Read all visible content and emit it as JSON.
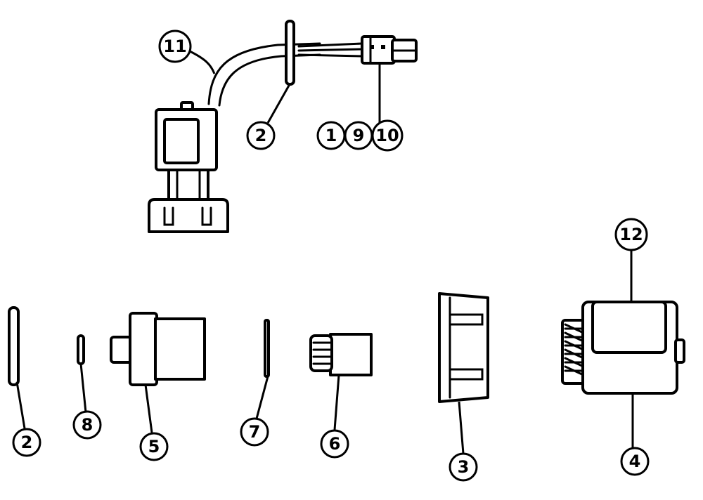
{
  "callouts": {
    "c11": "11",
    "c2_top": "2",
    "c1": "1",
    "c9": "9",
    "c10": "10",
    "c12": "12",
    "c2_bottom": "2",
    "c8": "8",
    "c5": "5",
    "c7": "7",
    "c6": "6",
    "c3": "3",
    "c4": "4"
  },
  "colors": {
    "line": "#000000",
    "background": "#ffffff"
  }
}
